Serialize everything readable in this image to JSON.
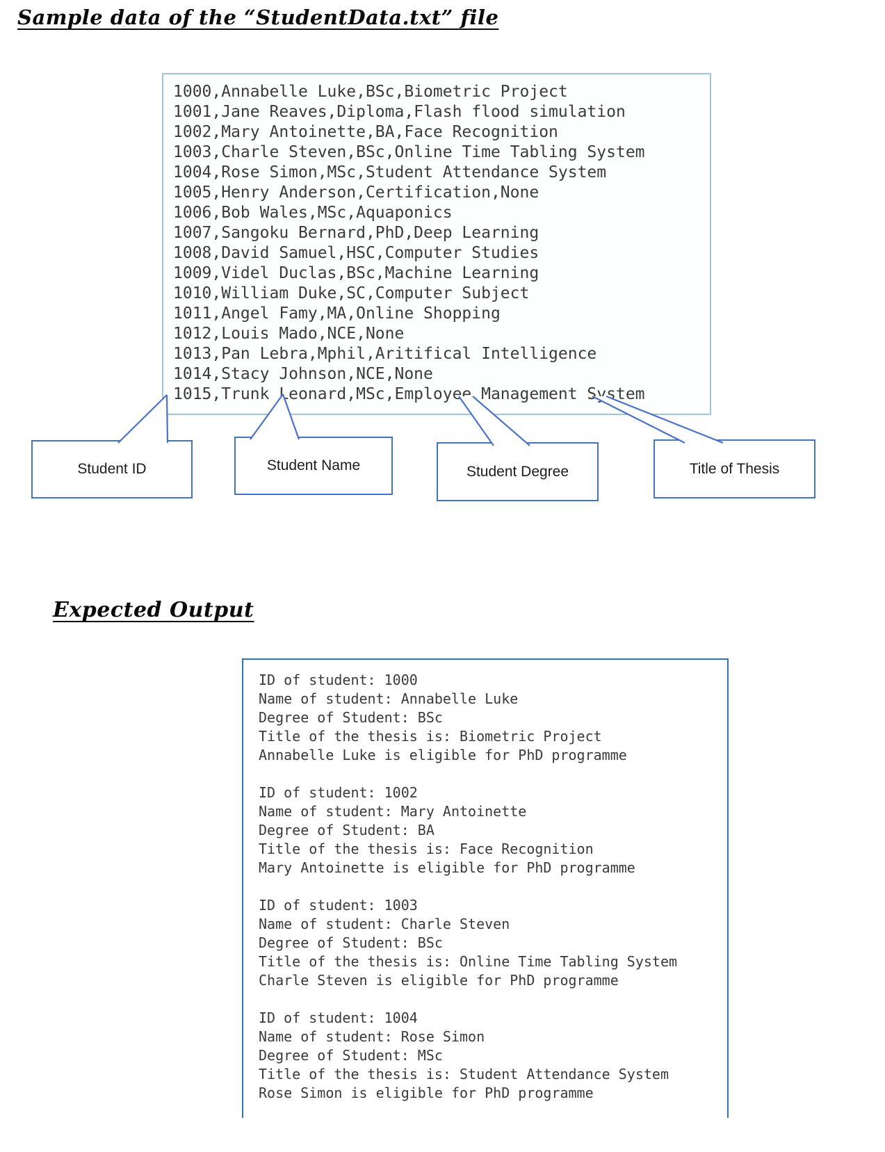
{
  "page": {
    "section1_title": "Sample data of the “StudentData.txt” file",
    "section2_title": "Expected Output"
  },
  "sample_file": {
    "lines": [
      "1000,Annabelle Luke,BSc,Biometric Project",
      "1001,Jane Reaves,Diploma,Flash flood simulation",
      "1002,Mary Antoinette,BA,Face Recognition",
      "1003,Charle Steven,BSc,Online Time Tabling System",
      "1004,Rose Simon,MSc,Student Attendance System",
      "1005,Henry Anderson,Certification,None",
      "1006,Bob Wales,MSc,Aquaponics",
      "1007,Sangoku Bernard,PhD,Deep Learning",
      "1008,David Samuel,HSC,Computer Studies",
      "1009,Videl Duclas,BSc,Machine Learning",
      "1010,William Duke,SC,Computer Subject",
      "1011,Angel Famy,MA,Online Shopping",
      "1012,Louis Mado,NCE,None",
      "1013,Pan Lebra,Mphil,Aritifical Intelligence",
      "1014,Stacy Johnson,NCE,None",
      "1015,Trunk Leonard,MSc,Employee Management System"
    ]
  },
  "callouts": [
    {
      "label": "Student ID"
    },
    {
      "label": "Student Name"
    },
    {
      "label": "Student Degree"
    },
    {
      "label": "Title of Thesis"
    }
  ],
  "expected_output": {
    "lines": [
      "ID of student: 1000",
      "Name of student: Annabelle Luke",
      "Degree of Student: BSc",
      "Title of the thesis is: Biometric Project",
      "Annabelle Luke is eligible for PhD programme",
      "",
      "ID of student: 1002",
      "Name of student: Mary Antoinette",
      "Degree of Student: BA",
      "Title of the thesis is: Face Recognition",
      "Mary Antoinette is eligible for PhD programme",
      "",
      "ID of student: 1003",
      "Name of student: Charle Steven",
      "Degree of Student: BSc",
      "Title of the thesis is: Online Time Tabling System",
      "Charle Steven is eligible for PhD programme",
      "",
      "ID of student: 1004",
      "Name of student: Rose Simon",
      "Degree of Student: MSc",
      "Title of the thesis is: Student Attendance System",
      "Rose Simon is eligible for PhD programme"
    ]
  },
  "colors": {
    "callout_accent": "#4472c4",
    "sample_box_border": "#9fc5d8",
    "output_box_border": "#2e75b6",
    "mono_text": "#3b3b3b",
    "heading_text": "#0b0b0b"
  }
}
